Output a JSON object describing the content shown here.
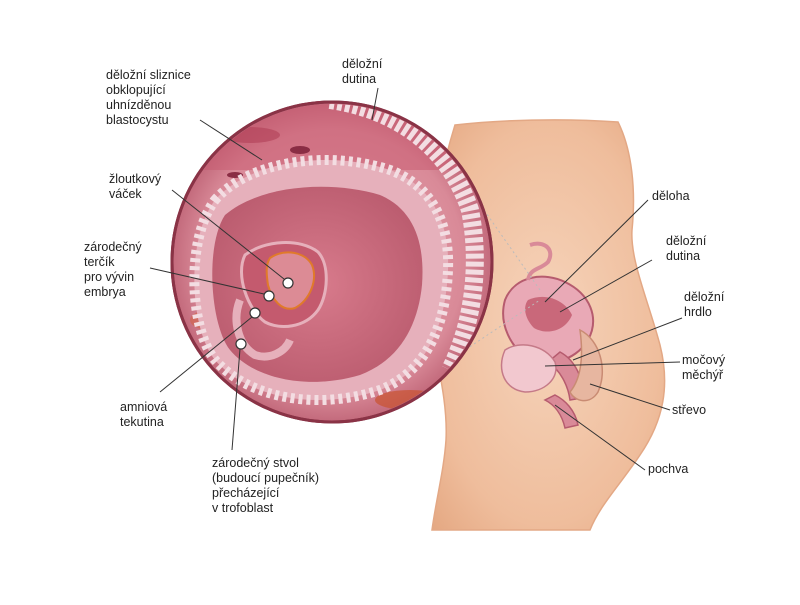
{
  "labels": {
    "endometrium": "děložní sliznice\nobklopující\nuhnízděnou\nblastocystu",
    "uterine_cavity_top": "děložní\ndutina",
    "yolk_sac": "žloutkový\nváček",
    "embryonic_disc": "zárodečný\nterčík\npro vývin\nembrya",
    "amniotic_fluid": "amniová\ntekutina",
    "body_stalk": "zárodečný stvol\n(budoucí pupečník)\npřecházející\nv trofoblast",
    "uterus": "děloha",
    "uterine_cavity": "děložní\ndutina",
    "cervix": "děložní\nhrdlo",
    "bladder": "močový\nměchýř",
    "intestine": "střevo",
    "vagina": "pochva"
  },
  "colors": {
    "skin": "#f2c7a6",
    "skin_shadow": "#e3a885",
    "tissue": "#c9687a",
    "tissue_dark": "#a8475a",
    "tissue_light": "#e6a7b2",
    "cells": "#f3dde2",
    "orange": "#e07a2a",
    "text": "#222222",
    "leader": "#333333"
  }
}
